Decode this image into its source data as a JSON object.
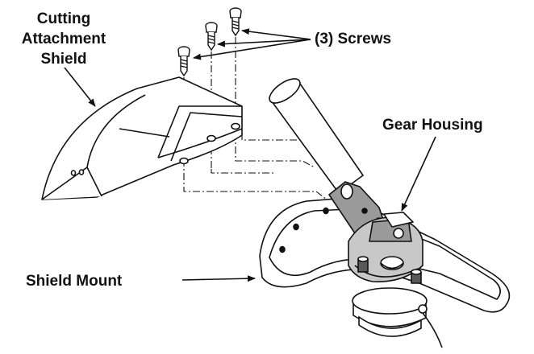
{
  "labels": {
    "shield_line1": "Cutting",
    "shield_line2": "Attachment",
    "shield_line3": "Shield",
    "screws": "(3) Screws",
    "gear_housing": "Gear Housing",
    "shield_mount": "Shield Mount"
  },
  "colors": {
    "ink": "#111111",
    "paper": "#ffffff",
    "shade": "#9a9a9a",
    "dark_shade": "#5a5a5a"
  }
}
